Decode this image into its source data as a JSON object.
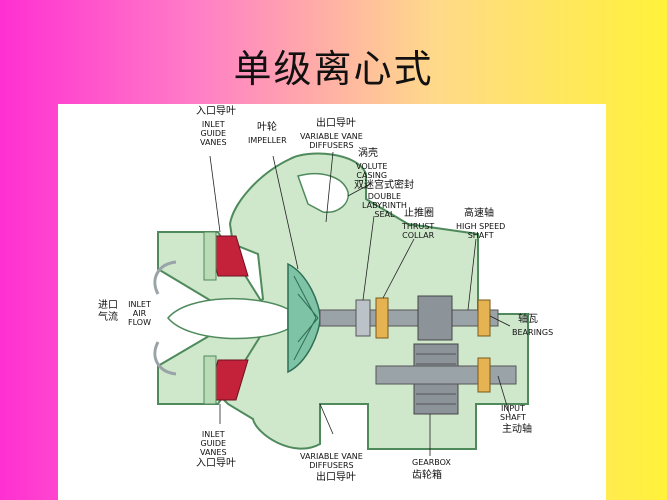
{
  "title": "单级离心式",
  "labels": {
    "inlet_guide_vanes_top_zh": "入口导叶",
    "inlet_guide_vanes_top_en": "INLET\nGUIDE\nVANES",
    "impeller_zh": "叶轮",
    "impeller_en": "IMPELLER",
    "diffusers_top_zh": "出口导叶",
    "diffusers_top_en": "VARIABLE VANE\nDIFFUSERS",
    "volute_zh": "涡壳",
    "volute_en": "VOLUTE\nCASING",
    "labyrinth_zh": "双迷宫式密封",
    "labyrinth_en": "DOUBLE\nLABYRINTH\nSEAL",
    "thrust_zh": "止推圈",
    "thrust_en": "THRUST\nCOLLAR",
    "hs_shaft_zh": "高速轴",
    "hs_shaft_en": "HIGH SPEED\nSHAFT",
    "inlet_air_zh": "进口\n气流",
    "inlet_air_en": "INLET\nAIR\nFLOW",
    "bearings_zh": "轴瓦",
    "bearings_en": "BEARINGS",
    "input_shaft_en": "INPUT\nSHAFT",
    "input_shaft_zh": "主动轴",
    "inlet_guide_vanes_bottom_en": "INLET\nGUIDE\nVANES",
    "inlet_guide_vanes_bottom_zh": "入口导叶",
    "diffusers_bottom_en": "VARIABLE VANE\nDIFFUSERS",
    "diffusers_bottom_zh": "出口导叶",
    "gearbox_en": "GEARBOX",
    "gearbox_zh": "齿轮箱"
  },
  "colors": {
    "casing": "#cfe8cc",
    "casing_stroke": "#4f8a5c",
    "guide_vane": "#c4223a",
    "shaft": "#9aa3a8",
    "gear": "#8c949a"
  }
}
